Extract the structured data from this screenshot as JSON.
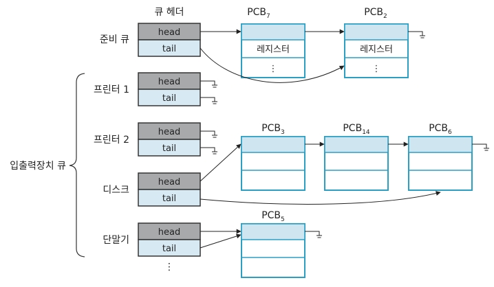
{
  "header": {
    "queue_header_label": "큐 헤더"
  },
  "field_labels": {
    "head": "head",
    "tail": "tail"
  },
  "pcb_prefix": "PCB",
  "register_label": "레지스터",
  "ellipsis": "⋮",
  "group_label": "입출력장치 큐",
  "queues": [
    {
      "label": "준비 큐"
    },
    {
      "label": "프린터 1"
    },
    {
      "label": "프린터 2"
    },
    {
      "label": "디스크"
    },
    {
      "label": "단말기"
    }
  ],
  "pcbs": {
    "pcb7": {
      "sub": "7"
    },
    "pcb2": {
      "sub": "2"
    },
    "pcb3": {
      "sub": "3"
    },
    "pcb14": {
      "sub": "14"
    },
    "pcb6": {
      "sub": "6"
    },
    "pcb5": {
      "sub": "5"
    }
  }
}
